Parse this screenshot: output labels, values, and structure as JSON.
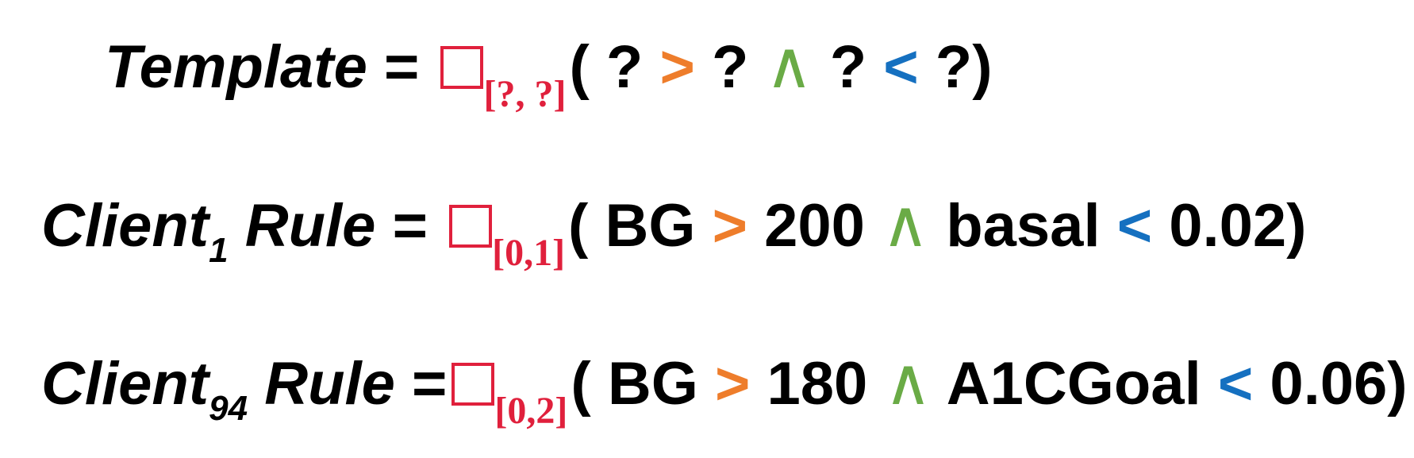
{
  "colors": {
    "box_operator": "#e0203c",
    "interval": "#e0203c",
    "greater_than": "#ee7d2b",
    "and": "#6aab46",
    "less_than": "#1570c0",
    "text": "#000000"
  },
  "template": {
    "name": "Template",
    "equals": "=",
    "interval": "[?, ?]",
    "open_paren": "(",
    "left_var": "?",
    "gt": ">",
    "left_value": "?",
    "and": "∧",
    "right_var": "?",
    "lt": "<",
    "right_value": "?",
    "close_paren": ")"
  },
  "client1": {
    "name": "Client",
    "subscript": "1",
    "rule_word": "Rule",
    "equals": "=",
    "interval": "[0,1]",
    "open_paren": "(",
    "left_var": "BG",
    "gt": ">",
    "left_value": "200",
    "and": "∧",
    "right_var": "basal",
    "lt": "<",
    "right_value": "0.02",
    "close_paren": ")"
  },
  "client94": {
    "name": "Client",
    "subscript": "94",
    "rule_word": "Rule",
    "equals": "=",
    "interval": "[0,2]",
    "open_paren": "(",
    "left_var": "BG",
    "gt": ">",
    "left_value": "180",
    "and": "∧",
    "right_var": "A1CGoal",
    "lt": "<",
    "right_value": "0.06",
    "close_paren": ")"
  }
}
